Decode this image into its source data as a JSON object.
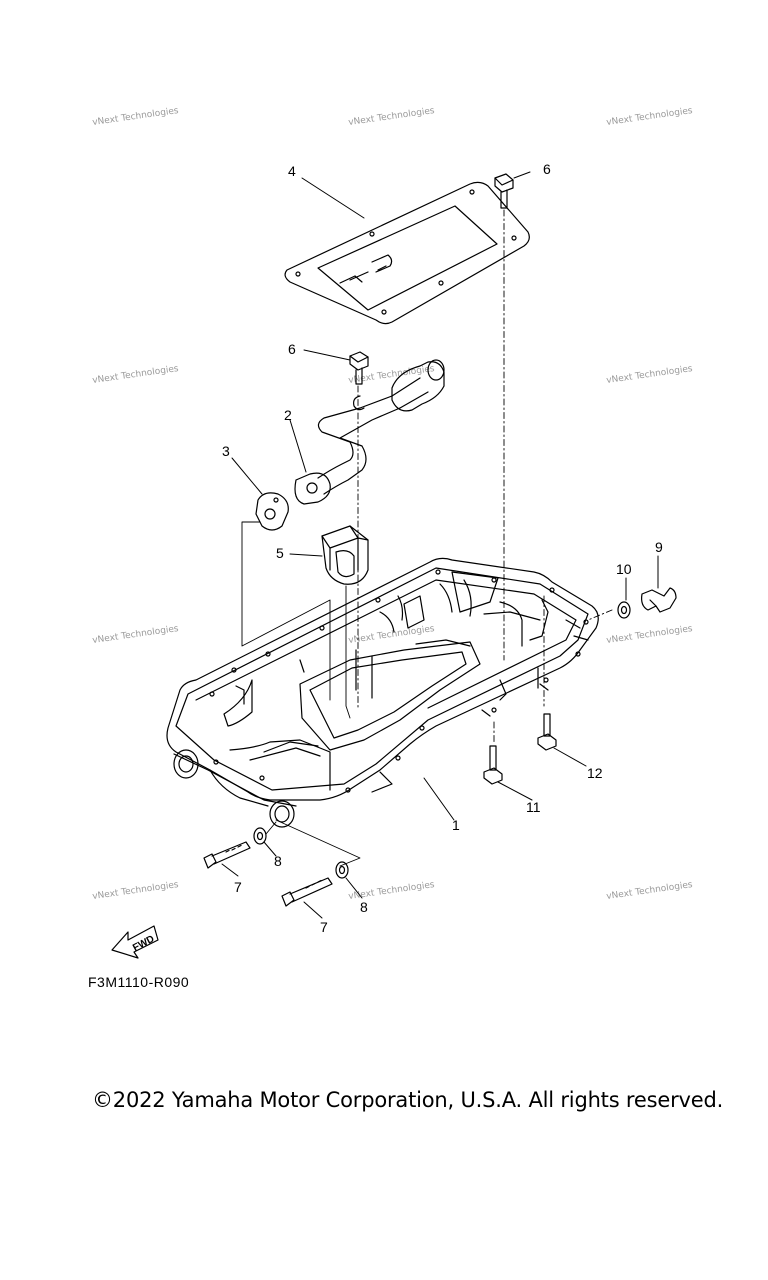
{
  "watermark": "vNext Technologies",
  "callouts": {
    "p1": "1",
    "p2": "2",
    "p3": "3",
    "p4": "4",
    "p5": "5",
    "p6a": "6",
    "p6b": "6",
    "p7a": "7",
    "p7b": "7",
    "p8a": "8",
    "p8b": "8",
    "p9": "9",
    "p10": "10",
    "p11": "11",
    "p12": "12"
  },
  "fwd_label": "FWD",
  "diagram_code": "F3M1110-R090",
  "copyright": "©2022 Yamaha Motor Corporation, U.S.A. All rights reserved.",
  "colors": {
    "line": "#000000",
    "watermark": "#9a9a9a",
    "background": "#ffffff"
  }
}
